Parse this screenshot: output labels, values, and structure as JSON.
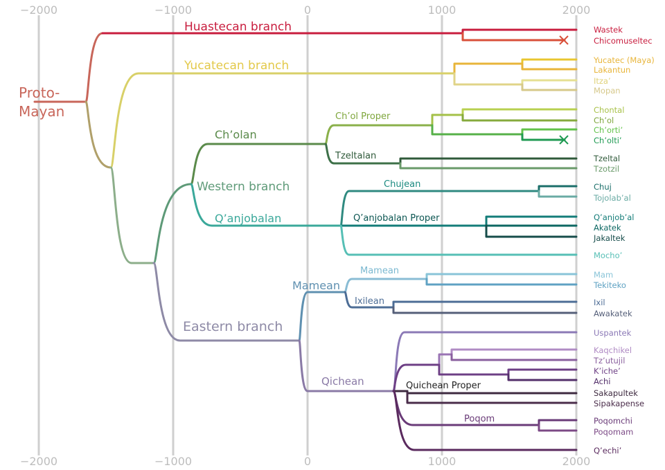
{
  "axis": {
    "ticks": [
      "−2000",
      "−1000",
      "0",
      "1000",
      "2000"
    ]
  },
  "root": {
    "line1": "Proto-",
    "line2": "Mayan"
  },
  "clades": {
    "huastecan": "Huastecan branch",
    "yucatecan": "Yucatecan branch",
    "cholan": "Ch’olan",
    "chol_proper": "Ch’ol Proper",
    "tzeltalan": "Tzeltalan",
    "western": "Western branch",
    "chujean": "Chujean",
    "qanjobalan": "Q’anjobalan",
    "qanjobalan_proper": "Q’anjobalan Proper",
    "mamean_top": "Mamean",
    "mamean": "Mamean",
    "ixilean": "Ixilean",
    "eastern": "Eastern branch",
    "qichean": "Qichean",
    "quichean_proper": "Quichean Proper",
    "poqom": "Poqom"
  },
  "leaves": [
    {
      "name": "Wastek",
      "color": "#c81d3e"
    },
    {
      "name": "Chicomuseltec",
      "color": "#c81d3e"
    },
    {
      "name": "Yucatec (Maya)",
      "color": "#e8b53a"
    },
    {
      "name": "Lakantun",
      "color": "#e8b53a"
    },
    {
      "name": "Itza’",
      "color": "#e0d27a"
    },
    {
      "name": "Mopan",
      "color": "#d6c88a"
    },
    {
      "name": "Chontal",
      "color": "#a9c24a"
    },
    {
      "name": "Ch’ol",
      "color": "#7ea63c"
    },
    {
      "name": "Ch’orti’",
      "color": "#62c24a"
    },
    {
      "name": "Ch’olti’",
      "color": "#1f9a52"
    },
    {
      "name": "Tzeltal",
      "color": "#2f5a3a"
    },
    {
      "name": "Tzotzil",
      "color": "#6a9a6a"
    },
    {
      "name": "Chuj",
      "color": "#1b6f6a"
    },
    {
      "name": "Tojolab’al",
      "color": "#6aaba4"
    },
    {
      "name": "Q’anjob’al",
      "color": "#137c78"
    },
    {
      "name": "Akatek",
      "color": "#0c6762"
    },
    {
      "name": "Jakaltek",
      "color": "#164c4a"
    },
    {
      "name": "Mocho’",
      "color": "#56bfb5"
    },
    {
      "name": "Mam",
      "color": "#89c4d8"
    },
    {
      "name": "Tekiteko",
      "color": "#5fa2c3"
    },
    {
      "name": "Ixil",
      "color": "#4d6d96"
    },
    {
      "name": "Awakatek",
      "color": "#555f79"
    },
    {
      "name": "Uspantek",
      "color": "#8b79b6"
    },
    {
      "name": "Kaqchikel",
      "color": "#b08bc4"
    },
    {
      "name": "Tz’utujil",
      "color": "#8a5f9e"
    },
    {
      "name": "K’iche’",
      "color": "#6d3f85"
    },
    {
      "name": "Achi",
      "color": "#532f6a"
    },
    {
      "name": "Sakapultek",
      "color": "#3e2a40"
    },
    {
      "name": "Sipakapense",
      "color": "#4a2c4a"
    },
    {
      "name": "Poqomchi",
      "color": "#6a3b78"
    },
    {
      "name": "Poqomam",
      "color": "#7c4a86"
    },
    {
      "name": "Q’echi’",
      "color": "#5a2a5e"
    }
  ],
  "colors": {
    "root": "#c8665a",
    "huastecan": "#c81d3e",
    "yucatecan": "#e8c64a",
    "western": "#5e9a78",
    "cholan": "#5a8a4a",
    "qanjobalan": "#3aa89a",
    "eastern": "#8e8aa6",
    "mamean": "#5f90b0",
    "qichean": "#8a7aa6",
    "axis": "#cfcfcf"
  }
}
